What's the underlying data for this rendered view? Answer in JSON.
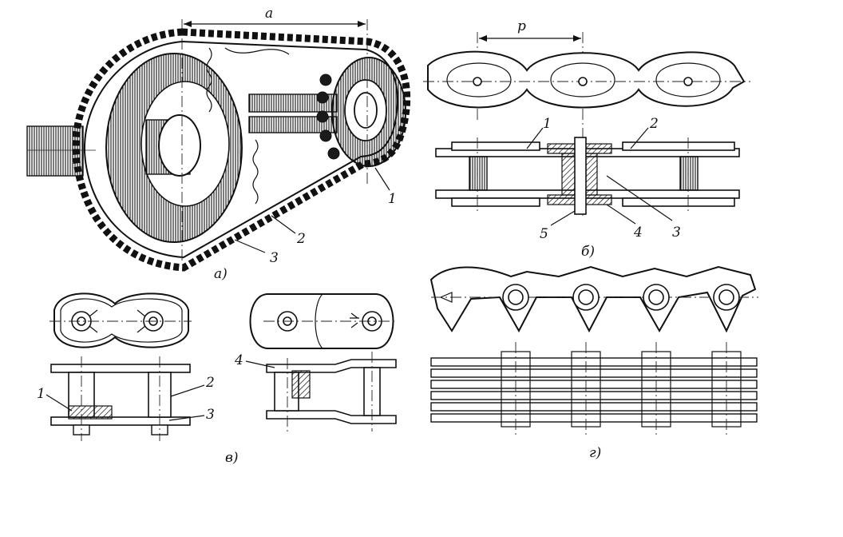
{
  "figure": {
    "views": {
      "a": {
        "caption": "а)",
        "dimension": "a",
        "callouts": [
          "1",
          "2",
          "3"
        ]
      },
      "b": {
        "caption": "б)",
        "dimension": "p",
        "callouts": [
          "1",
          "2",
          "3",
          "4",
          "5"
        ]
      },
      "v": {
        "caption": "в)",
        "callouts": [
          "1",
          "2",
          "3",
          "4"
        ]
      },
      "g": {
        "caption": "г)"
      }
    }
  },
  "colors": {
    "ink": "#111111",
    "paper": "#ffffff"
  }
}
